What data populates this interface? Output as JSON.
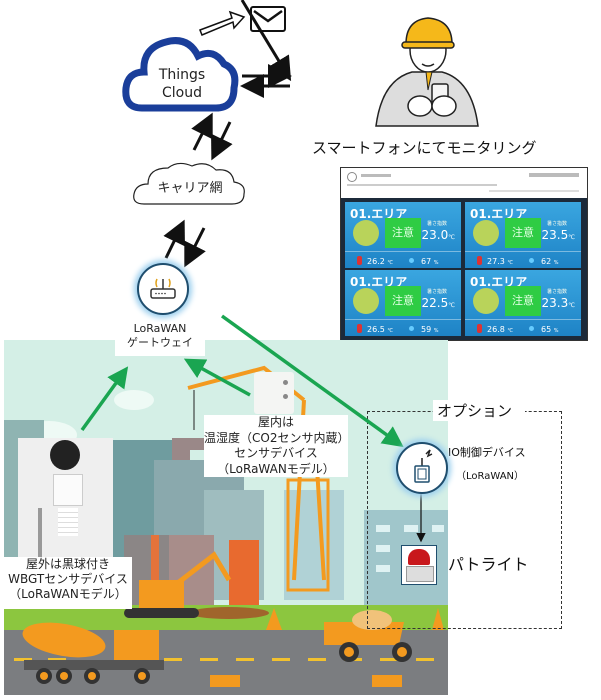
{
  "cloud": {
    "line1": "Things",
    "line2": "Cloud",
    "border_color": "#1a3e9a"
  },
  "carrier": {
    "label": "キャリア網"
  },
  "gateway": {
    "line1": "LoRaWAN",
    "line2": "ゲートウェイ"
  },
  "monitoring": {
    "label": "スマートフォンにてモニタリング"
  },
  "dashboard": {
    "tiles": [
      {
        "area": "01.エリア",
        "status": "注意",
        "index_label": "暑さ指数",
        "index": "23.0",
        "index_unit": "℃",
        "temp": "26.2",
        "temp_unit": "℃",
        "humidity": "67",
        "humidity_unit": "%"
      },
      {
        "area": "01.エリア",
        "status": "注意",
        "index_label": "暑さ指数",
        "index": "23.5",
        "index_unit": "℃",
        "temp": "27.3",
        "temp_unit": "℃",
        "humidity": "62",
        "humidity_unit": "%"
      },
      {
        "area": "01.エリア",
        "status": "注意",
        "index_label": "暑さ指数",
        "index": "22.5",
        "index_unit": "℃",
        "temp": "26.5",
        "temp_unit": "℃",
        "humidity": "59",
        "humidity_unit": "%"
      },
      {
        "area": "01.エリア",
        "status": "注意",
        "index_label": "暑さ指数",
        "index": "23.3",
        "index_unit": "℃",
        "temp": "26.8",
        "temp_unit": "℃",
        "humidity": "65",
        "humidity_unit": "%"
      }
    ],
    "tile_color": "#2a95d6",
    "status_color": "#2fcc44"
  },
  "indoor_sensor": {
    "line1": "屋内は",
    "line2": "温湿度（CO2センサ内蔵）",
    "line3": "センサデバイス",
    "line4": "（LoRaWANモデル）"
  },
  "outdoor_sensor": {
    "line1": "屋外は黒球付き",
    "line2": "WBGTセンサデバイス",
    "line3": "（LoRaWANモデル）"
  },
  "option": {
    "title": "オプション",
    "io_line1": "IO制御デバイス",
    "io_line2": "（LoRaWAN）",
    "patlite": "パトライト"
  },
  "colors": {
    "arrow_green": "#1aa551",
    "sky": "#d4efe6"
  }
}
